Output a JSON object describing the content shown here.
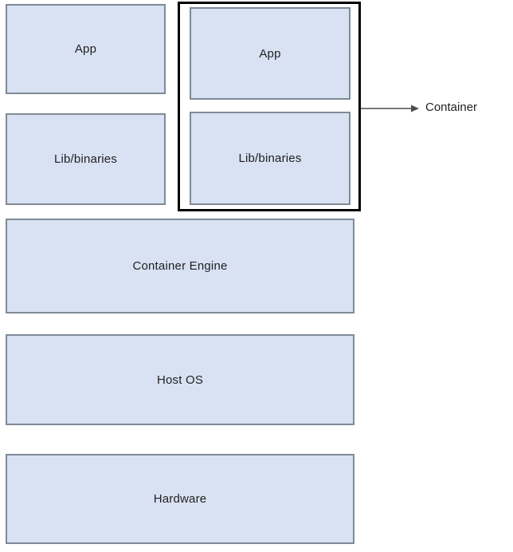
{
  "diagram": {
    "title": "container-architecture-stack",
    "host_stack": {
      "app_label": "App",
      "lib_label": "Lib/binaries",
      "container_engine_label": "Container Engine",
      "host_os_label": "Host OS",
      "hardware_label": "Hardware"
    },
    "container_group": {
      "app_label": "App",
      "lib_label": "Lib/binaries",
      "callout_label": "Container"
    },
    "colors": {
      "box_fill": "#d9e2f3",
      "box_border": "#7f8a96",
      "container_outline": "#000000",
      "arrow": "#4d4d4d",
      "text": "#1f1f1f",
      "background": "#ffffff"
    }
  }
}
